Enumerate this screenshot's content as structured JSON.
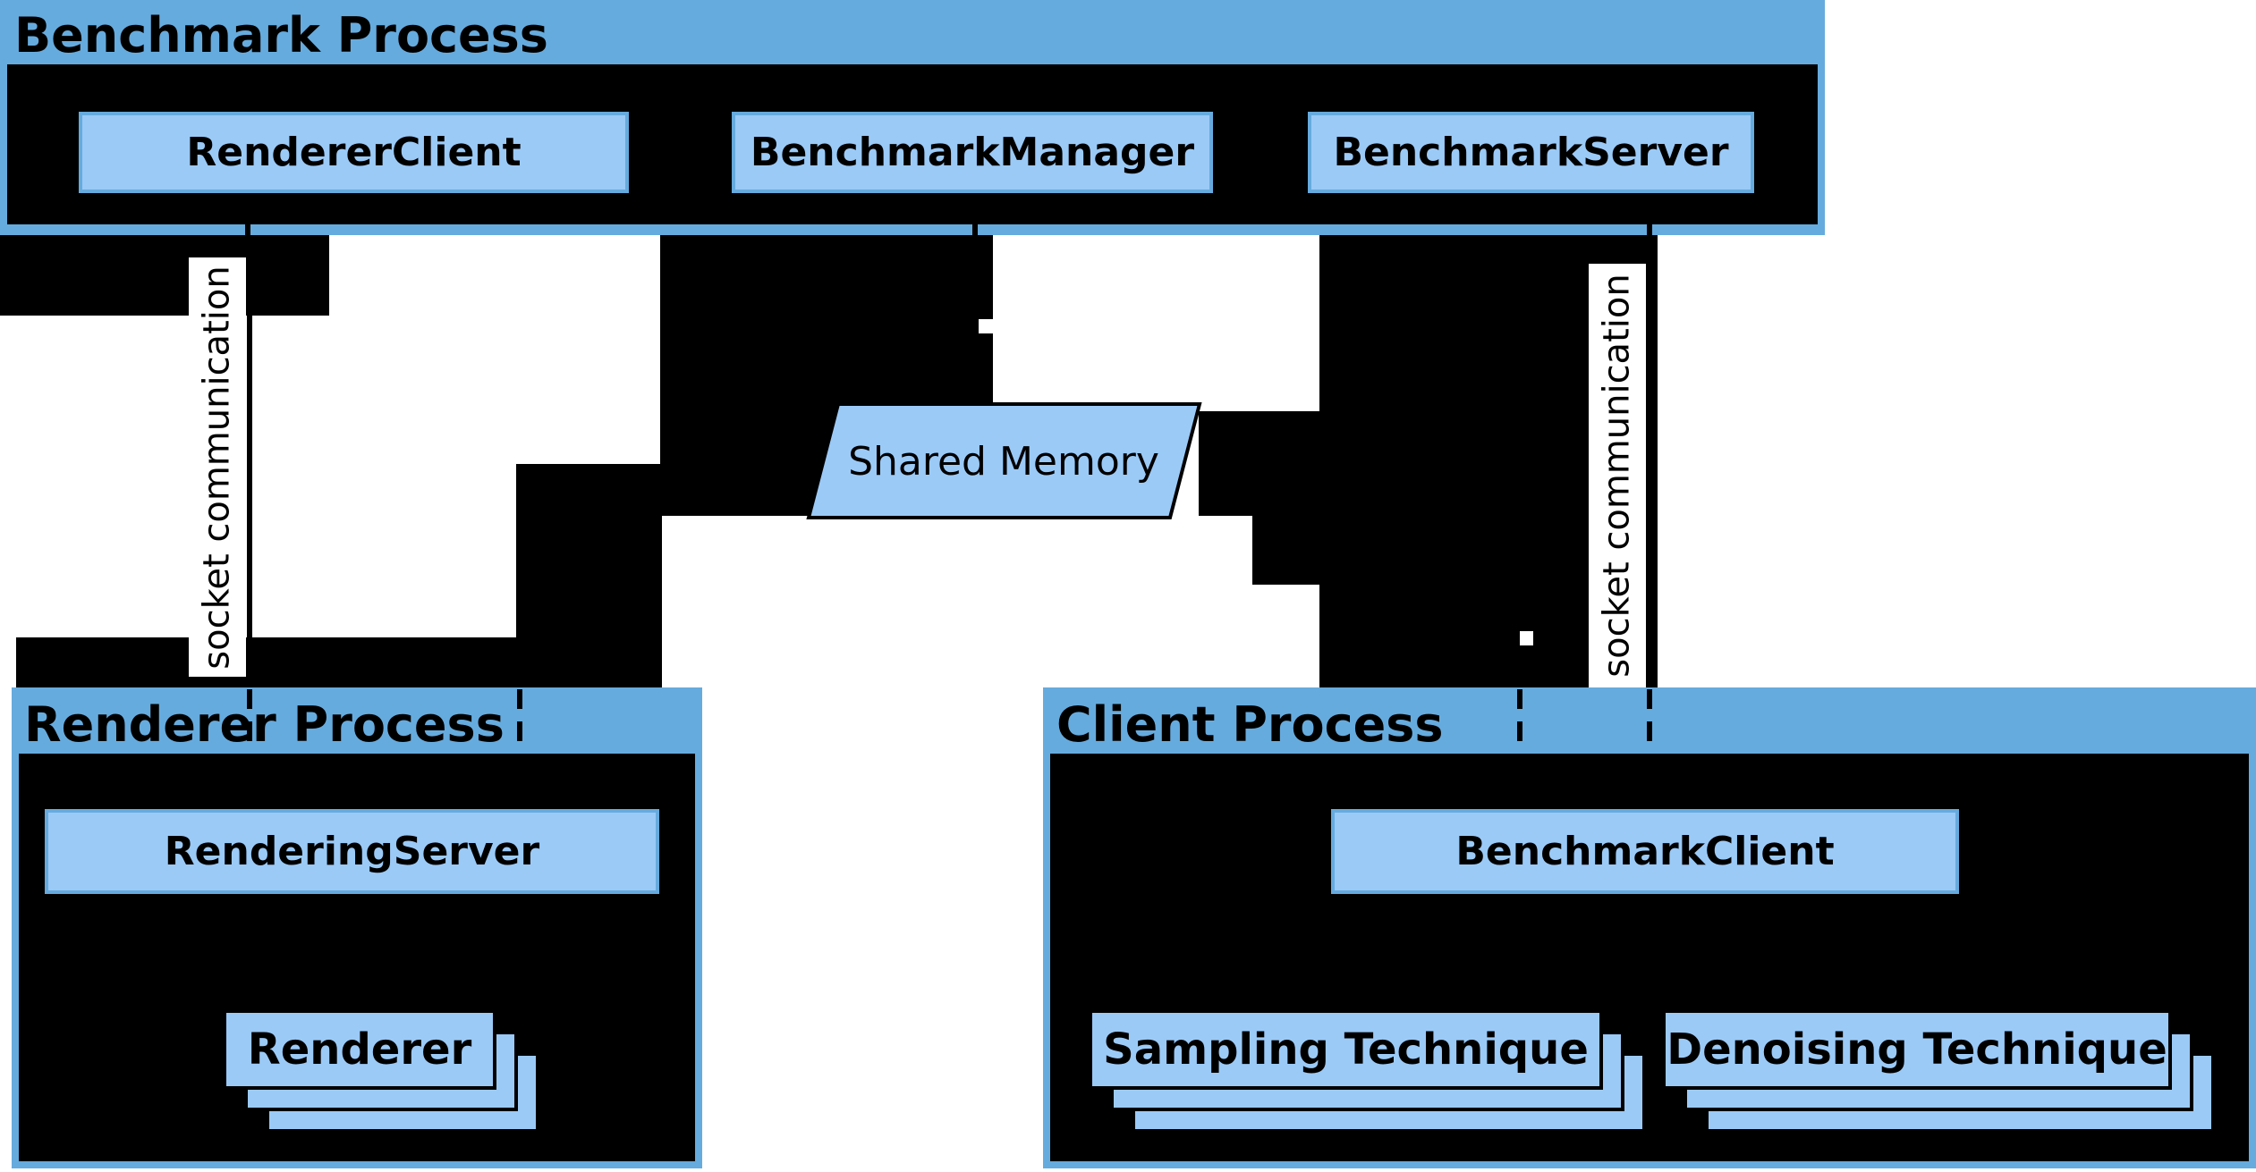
{
  "colors": {
    "frame_blue": "#66abde",
    "node_blue": "#9bcaf7",
    "ink": "#000000",
    "background": "#ffffff"
  },
  "benchmark_process": {
    "title": "Benchmark Process",
    "children": [
      {
        "label": "RendererClient"
      },
      {
        "label": "BenchmarkManager"
      },
      {
        "label": "BenchmarkServer"
      }
    ]
  },
  "shared_memory": {
    "label": "Shared Memory"
  },
  "connections": {
    "socket_left_label": "socket communication",
    "socket_right_label": "socket communication"
  },
  "renderer_process": {
    "title": "Renderer Process",
    "server": {
      "label": "RenderingServer"
    },
    "stack": {
      "label": "Renderer"
    }
  },
  "client_process": {
    "title": "Client Process",
    "client": {
      "label": "BenchmarkClient"
    },
    "sampling_stack": {
      "label": "Sampling Technique"
    },
    "denoising_stack": {
      "label": "Denoising Technique"
    }
  }
}
